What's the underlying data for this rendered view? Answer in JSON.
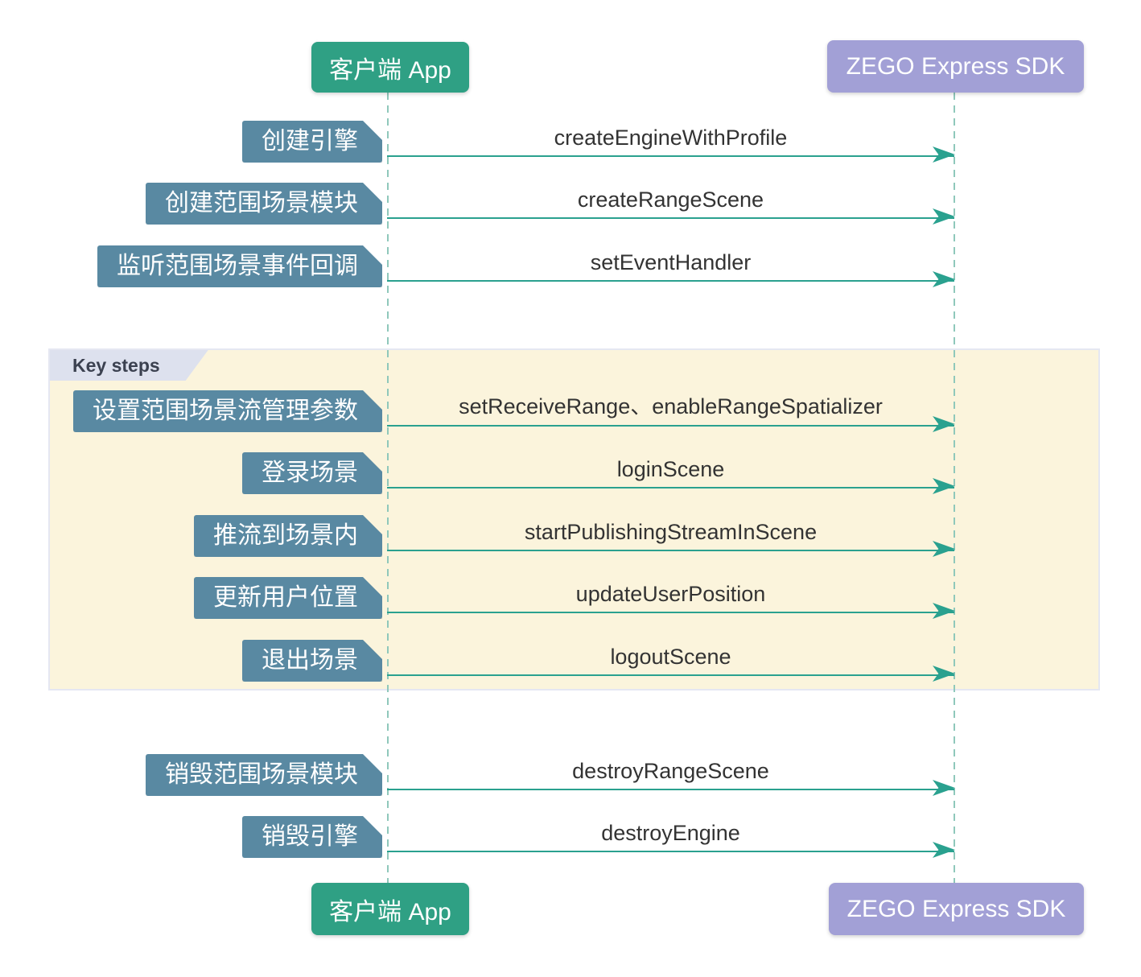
{
  "diagram": {
    "actors": [
      {
        "id": "client",
        "label": "客户端 App",
        "color": "#2fa084"
      },
      {
        "id": "sdk",
        "label": "ZEGO Express SDK",
        "color": "#a2a0d6"
      }
    ],
    "key_steps": {
      "title": "Key steps",
      "panel_color": "#fbf4dc",
      "tag_color": "#dde1ee"
    },
    "steps": [
      {
        "label": "创建引擎",
        "method": "createEngineWithProfile",
        "from": "客户端 App",
        "to": "ZEGO Express SDK",
        "in_key_steps": false
      },
      {
        "label": "创建范围场景模块",
        "method": "createRangeScene",
        "from": "客户端 App",
        "to": "ZEGO Express SDK",
        "in_key_steps": false
      },
      {
        "label": "监听范围场景事件回调",
        "method": "setEventHandler",
        "from": "客户端 App",
        "to": "ZEGO Express SDK",
        "in_key_steps": false
      },
      {
        "label": "设置范围场景流管理参数",
        "method": "setReceiveRange、enableRangeSpatializer",
        "from": "客户端 App",
        "to": "ZEGO Express SDK",
        "in_key_steps": true
      },
      {
        "label": "登录场景",
        "method": "loginScene",
        "from": "客户端 App",
        "to": "ZEGO Express SDK",
        "in_key_steps": true
      },
      {
        "label": "推流到场景内",
        "method": "startPublishingStreamInScene",
        "from": "客户端 App",
        "to": "ZEGO Express SDK",
        "in_key_steps": true
      },
      {
        "label": "更新用户位置",
        "method": "updateUserPosition",
        "from": "客户端 App",
        "to": "ZEGO Express SDK",
        "in_key_steps": true
      },
      {
        "label": "退出场景",
        "method": "logoutScene",
        "from": "客户端 App",
        "to": "ZEGO Express SDK",
        "in_key_steps": true
      },
      {
        "label": "销毁范围场景模块",
        "method": "destroyRangeScene",
        "from": "客户端 App",
        "to": "ZEGO Express SDK",
        "in_key_steps": false
      },
      {
        "label": "销毁引擎",
        "method": "destroyEngine",
        "from": "客户端 App",
        "to": "ZEGO Express SDK",
        "in_key_steps": false
      }
    ],
    "colors": {
      "arrow": "#2aa18f",
      "lifeline": "#8fc8bb",
      "step_tag": "#5989a2",
      "method_text": "#333333"
    }
  }
}
